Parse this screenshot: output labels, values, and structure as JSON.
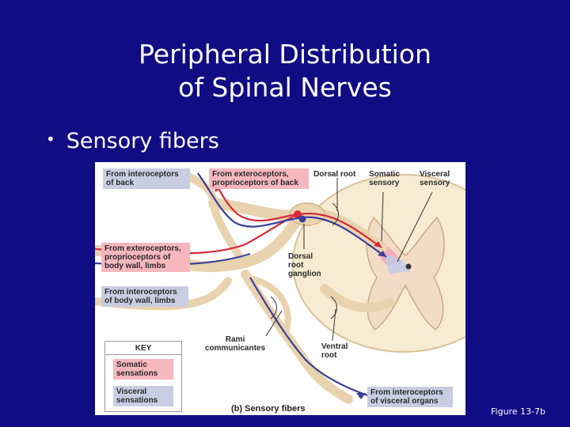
{
  "slide": {
    "title_line1": "Peripheral Distribution",
    "title_line2": "of Spinal Nerves",
    "bullet": "Sensory fibers",
    "figure_number": "Figure 13-7b"
  },
  "figure": {
    "caption": "(b) Sensory fibers",
    "labels": {
      "interoceptors_back": "From interoceptors of back",
      "exteroceptors_back": "From exteroceptors, proprioceptors of back",
      "dorsal_root": "Dorsal root",
      "somatic_sensory": "Somatic sensory",
      "visceral_sensory": "Visceral sensory",
      "exteroceptors_body": "From exteroceptors, proprioceptors of body wall, limbs",
      "interoceptors_body": "From interoceptors of body wall, limbs",
      "dorsal_root_ganglion": "Dorsal root ganglion",
      "rami_communicantes": "Rami communicantes",
      "ventral_root": "Ventral root",
      "interoceptors_visceral": "From interoceptors of visceral organs"
    },
    "key": {
      "title": "KEY",
      "somatic": "Somatic sensations",
      "visceral": "Visceral sensations"
    },
    "colors": {
      "background": "#0f0c84",
      "somatic": "#d8283a",
      "visceral": "#3a3f9a",
      "nerve": "#e9d3ae",
      "gray_matter": "#f3dcc6",
      "white_matter": "#f7ecd2"
    }
  }
}
